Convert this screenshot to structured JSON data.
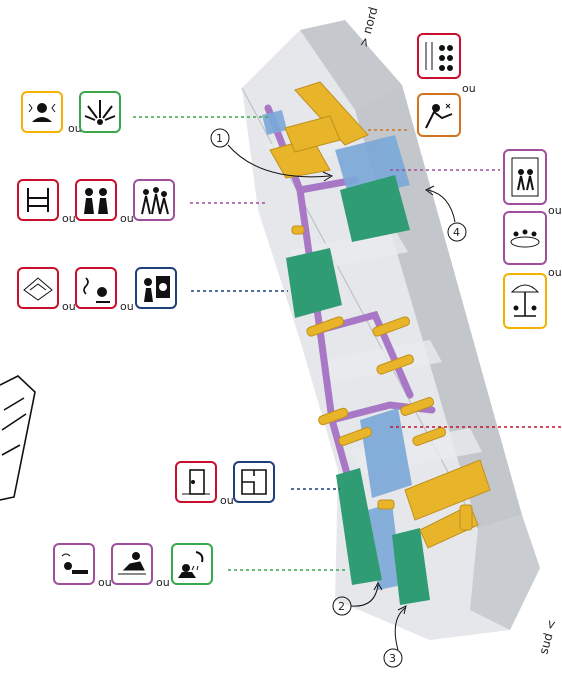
{
  "orientation": {
    "north": "> nord",
    "south": "sud <"
  },
  "callouts": [
    "1",
    "2",
    "3",
    "4"
  ],
  "colors": {
    "yellow": "#f2b300",
    "green": "#3aa74c",
    "red": "#c8102e",
    "pink": "#a14f9c",
    "navy": "#1f3f7a",
    "orange": "#d2741f",
    "block_gold": "#e8b52a",
    "block_teal": "#2f9c74",
    "block_blue": "#7aa8d8",
    "corridor": "#a877c5",
    "building": "#cfd2d6"
  },
  "icon_groups": [
    {
      "name": "group-top-left",
      "icons": [
        {
          "icon": "speaker-person-icon",
          "color": "yellow",
          "sep": "ou"
        },
        {
          "icon": "burst-icon",
          "color": "green"
        }
      ],
      "link_color": "green"
    },
    {
      "name": "group-second-left",
      "icons": [
        {
          "icon": "pool-ladder-icon",
          "color": "red",
          "sep": "ou"
        },
        {
          "icon": "bathroom-pair-icon",
          "color": "red",
          "sep": "ou"
        },
        {
          "icon": "dance-group-icon",
          "color": "pink"
        }
      ],
      "link_color": "pink"
    },
    {
      "name": "group-third-left",
      "icons": [
        {
          "icon": "terrace-icon",
          "color": "red",
          "sep": "ou"
        },
        {
          "icon": "sauna-icon",
          "color": "red",
          "sep": "ou"
        },
        {
          "icon": "laundry-icon",
          "color": "navy"
        }
      ],
      "link_color": "navy"
    },
    {
      "name": "group-fourth-left",
      "icons": [
        {
          "icon": "office-door-icon",
          "color": "red",
          "sep": "ou"
        },
        {
          "icon": "floorplan-icon",
          "color": "navy"
        }
      ],
      "link_color": "navy"
    },
    {
      "name": "group-bottom-left",
      "icons": [
        {
          "icon": "massage-wave-icon",
          "color": "pink",
          "sep": "ou"
        },
        {
          "icon": "massage-bed-icon",
          "color": "pink",
          "sep": "ou"
        },
        {
          "icon": "shower-icon",
          "color": "green"
        }
      ],
      "link_color": "green"
    },
    {
      "name": "group-top-right",
      "icons": [
        {
          "icon": "theater-audience-icon",
          "color": "red",
          "sep": "ou"
        },
        {
          "icon": "kitchen-wash-icon",
          "color": "orange"
        }
      ],
      "link_color": "orange"
    },
    {
      "name": "group-mid-right",
      "icons": [
        {
          "icon": "window-people-icon",
          "color": "pink",
          "sep": "ou"
        },
        {
          "icon": "dining-table-icon",
          "color": "pink",
          "sep": "ou"
        },
        {
          "icon": "umbrella-table-icon",
          "color": "yellow"
        }
      ],
      "link_color": "pink"
    }
  ]
}
